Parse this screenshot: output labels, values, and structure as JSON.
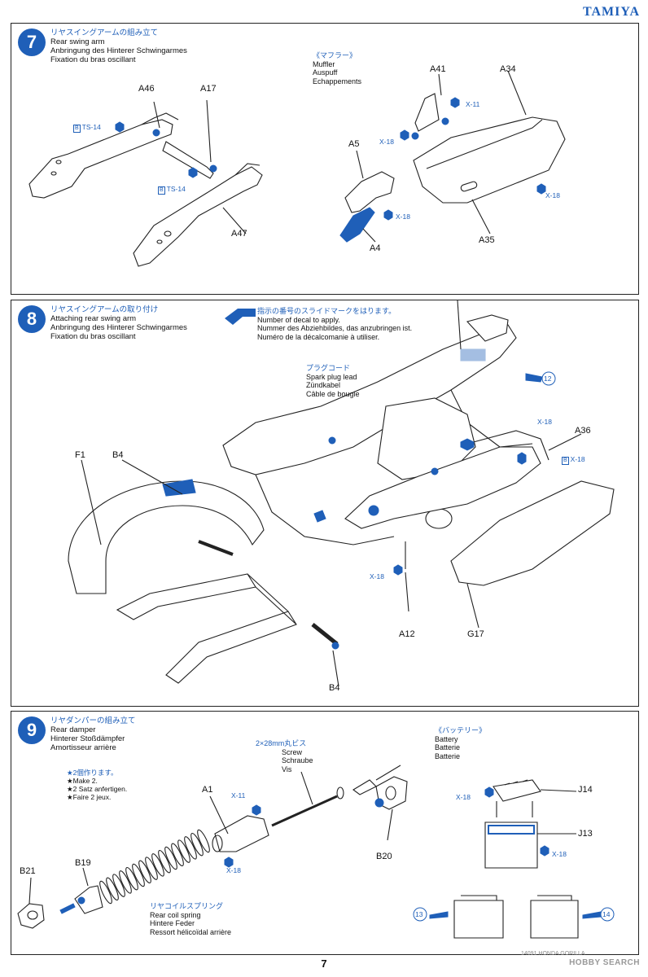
{
  "brand": "TAMIYA",
  "page_number": "7",
  "footer": {
    "logo_text": "HOBBY SEARCH",
    "code": "14091 HONDA GORILLA"
  },
  "step7": {
    "number": "7",
    "jp": "リヤスイングアームの組み立て",
    "en": "Rear swing arm",
    "de": "Anbringung des Hinterer Schwingarmes",
    "fr": "Fixation du bras oscillant",
    "muffler": {
      "jp": "《マフラー》",
      "en": "Muffler",
      "de": "Auspuff",
      "fr": "Echappements"
    },
    "labels": {
      "a46": "A46",
      "a17": "A17",
      "a47": "A47",
      "a41": "A41",
      "a34": "A34",
      "a5": "A5",
      "a4": "A4",
      "a35": "A35"
    },
    "screws": {
      "ts14_top": "TS-14",
      "ts14_bottom": "TS-14",
      "b_box": "B",
      "x11": "X-11",
      "x18_left": "X-18",
      "x18_right": "X-18",
      "x18_bottom": "X-18"
    }
  },
  "step8": {
    "number": "8",
    "jp": "リヤスイングアームの取り付け",
    "en": "Attaching rear swing arm",
    "de": "Anbringung des Hinterer Schwingarmes",
    "fr": "Fixation du bras oscillant",
    "decal": {
      "jp": "指示の番号のスライドマークをはります。",
      "en": "Number of decal to apply.",
      "de": "Nummer des Abziehbildes, das anzubringen ist.",
      "fr": "Numéro de la décalcomanie à utiliser."
    },
    "spark": {
      "jp": "プラグコード",
      "en": "Spark plug lead",
      "de": "Zündkabel",
      "fr": "Câble de bougie"
    },
    "labels": {
      "f1": "F1",
      "b4_top": "B4",
      "a36": "A36",
      "a12": "A12",
      "g17": "G17",
      "b4_bottom": "B4"
    },
    "screws": {
      "x18_a": "X-18",
      "x18_b": "X-18",
      "x18_c": "X-18",
      "b_box": "B"
    },
    "decal_no": "12"
  },
  "step9": {
    "number": "9",
    "jp": "リヤダンパーの組み立て",
    "en": "Rear damper",
    "de": "Hinterer Stoßdämpfer",
    "fr": "Amortisseur arrière",
    "make2": {
      "jp": "★2個作ります。",
      "en": "★Make 2.",
      "de": "★2 Satz anfertigen.",
      "fr": "★Faire 2 jeux."
    },
    "screw": {
      "jp": "2×28mm丸ビス",
      "en": "Screw",
      "de": "Schraube",
      "fr": "Vis"
    },
    "spring": {
      "jp": "リヤコイルスプリング",
      "en": "Rear coil spring",
      "de": "Hintere Feder",
      "fr": "Ressort hélicoïdal arrière"
    },
    "battery": {
      "jp": "《バッテリー》",
      "en": "Battery",
      "de": "Batterie",
      "fr": "Batterie"
    },
    "labels": {
      "a1": "A1",
      "b19": "B19",
      "b21": "B21",
      "b20": "B20",
      "j14": "J14",
      "j13": "J13"
    },
    "screws": {
      "x11": "X-11",
      "x18_a": "X-18",
      "x18_b": "X-18",
      "x18_c": "X-18"
    },
    "decal_13": "13",
    "decal_14": "14"
  },
  "colors": {
    "accent": "#1f5fb8",
    "line": "#222222"
  }
}
